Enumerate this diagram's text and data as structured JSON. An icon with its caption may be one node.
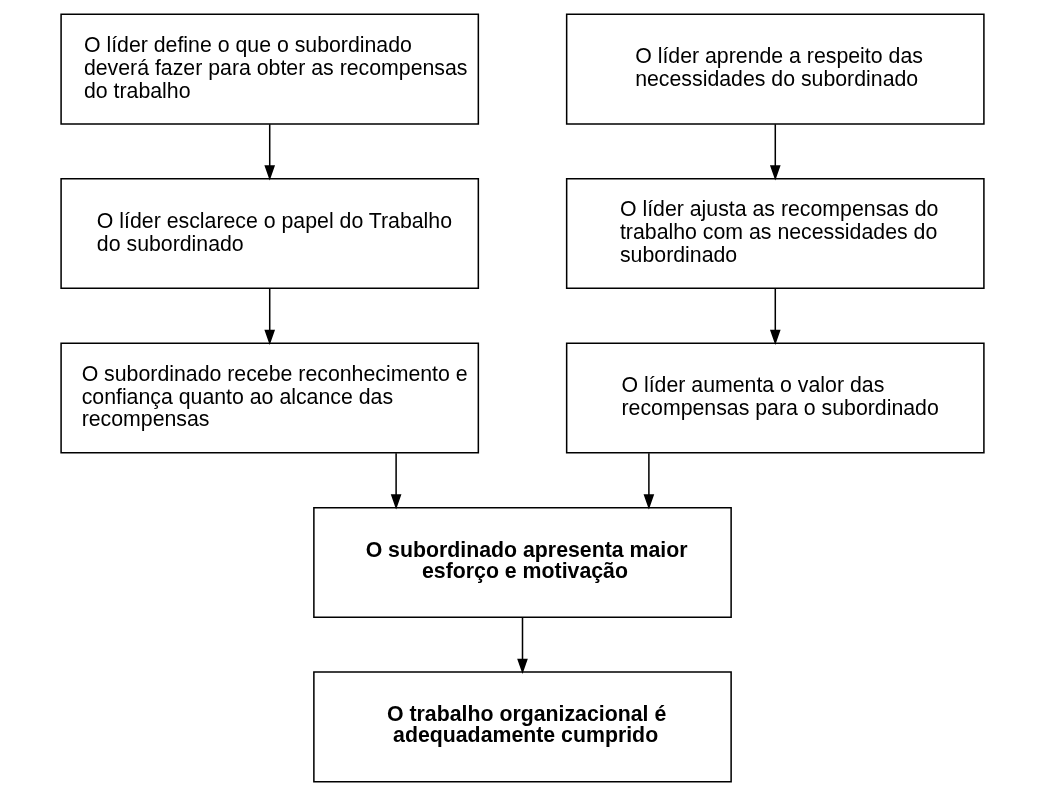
{
  "diagram": {
    "nodes": [
      {
        "text": [
          "O líder define o que o subordinado deverá fazer para obter as recompensas do trabalho"
        ]
      },
      {
        "text": [
          "O líder esclarece o papel do Trabalho do subordinado"
        ]
      },
      {
        "text": [
          "O subordinado recebe reconhecimento e confiança quanto ao alcance das recompensas"
        ]
      },
      {
        "text": [
          "O líder aprende a respeito das necessidades do subordinado"
        ]
      },
      {
        "text": [
          "O líder ajusta as recompensas do trabalho com as necessidades do subordinado"
        ]
      },
      {
        "text": [
          "O líder aumenta o valor das recompensas para o subordinado"
        ]
      },
      {
        "text": [
          "O subordinado apresenta maior esforço e motivação"
        ]
      },
      {
        "text": [
          "O trabalho organizacional é adequadamente cumprido"
        ]
      }
    ],
    "edges": [
      {
        "from": 0,
        "to": 1,
        "arrow": "to"
      },
      {
        "from": 1,
        "to": 2,
        "arrow": "to"
      },
      {
        "from": 3,
        "to": 4,
        "arrow": "to"
      },
      {
        "from": 4,
        "to": 5,
        "arrow": "to"
      },
      {
        "from": 2,
        "to": 6,
        "arrow": "to"
      },
      {
        "from": 5,
        "to": 6,
        "arrow": "to"
      },
      {
        "from": 6,
        "to": 7,
        "arrow": "to"
      }
    ]
  }
}
